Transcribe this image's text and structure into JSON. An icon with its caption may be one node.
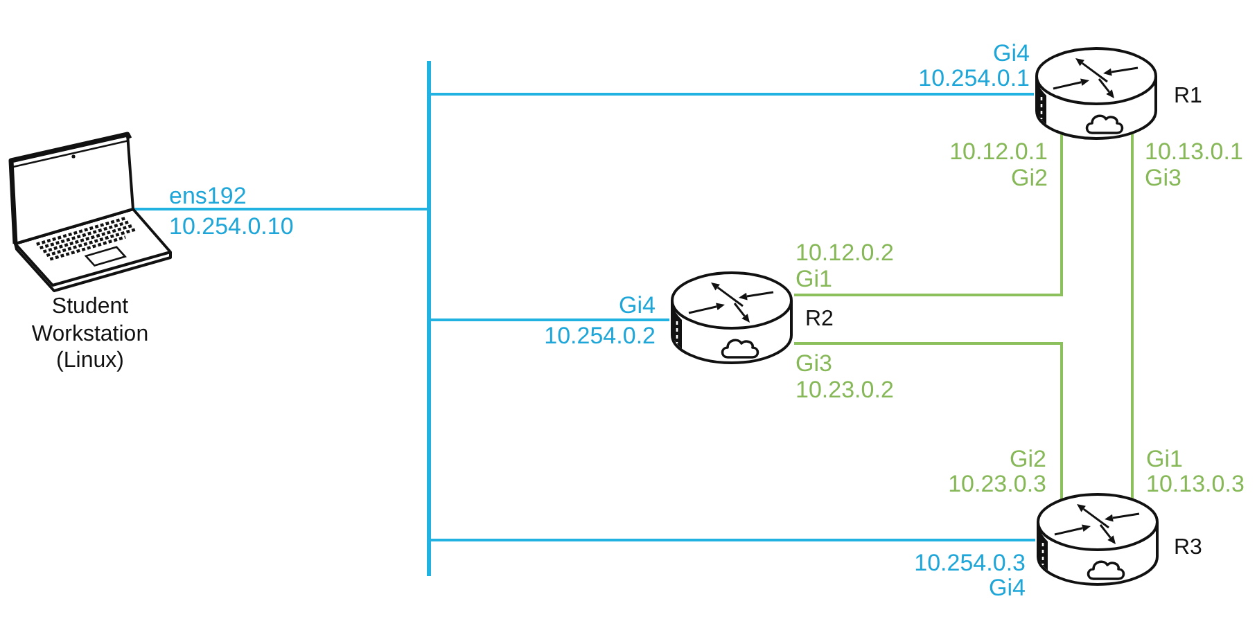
{
  "diagram": {
    "nodes": [
      {
        "text": [
          "Student Workstation (Linux)"
        ]
      },
      {
        "text": [],
        "shape": "bar"
      },
      {
        "text": [],
        "shape": "picture",
        "beside": [
          "R1"
        ]
      },
      {
        "text": [],
        "shape": "picture",
        "beside": [
          "R2"
        ]
      },
      {
        "text": [],
        "shape": "picture",
        "beside": [
          "R3"
        ]
      }
    ],
    "edges": [
      {
        "from": 0,
        "to": 1,
        "arrow": "none"
      },
      {
        "from": 1,
        "to": 2,
        "arrow": "none"
      },
      {
        "from": 1,
        "to": 3,
        "arrow": "none"
      },
      {
        "from": 1,
        "to": 4,
        "arrow": "none"
      },
      {
        "from": 2,
        "to": 3,
        "arrow": "none",
        "color": "#8cc05c"
      },
      {
        "from": 3,
        "to": 4,
        "arrow": "none",
        "color": "#8cc05c"
      },
      {
        "from": 2,
        "to": 4,
        "arrow": "none",
        "color": "#8cc05c"
      }
    ],
    "labels": [
      "Gi4",
      "10.254.0.1",
      "10.12.0.1",
      "10.13.0.1",
      "Gi2",
      "Gi3",
      "ens192",
      "10.254.0.10",
      "10.12.0.2",
      "Gi1",
      "Gi4",
      "10.254.0.2",
      "Gi3",
      "10.23.0.2",
      "Gi2",
      "Gi1",
      "10.23.0.3",
      "10.13.0.3",
      "10.254.0.3",
      "Gi4"
    ]
  }
}
